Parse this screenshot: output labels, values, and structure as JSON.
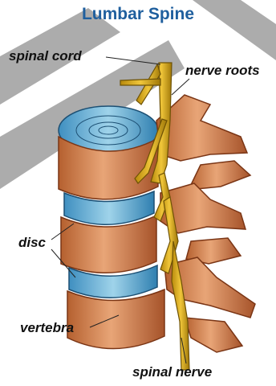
{
  "title": "Lumbar Spine",
  "labels": {
    "spinal_cord": "spinal cord",
    "nerve_roots": "nerve roots",
    "disc": "disc",
    "vertebra": "vertebra",
    "spinal_nerve": "spinal nerve"
  },
  "colors": {
    "title": "#1f5f9e",
    "bone": "#d98a5a",
    "bone_dark": "#9c4a22",
    "disc": "#6cb7d9",
    "disc_dark": "#2f7fb0",
    "nerve": "#d9a81c",
    "nerve_dark": "#8a6a08",
    "background_band": "#9e9e9e"
  }
}
